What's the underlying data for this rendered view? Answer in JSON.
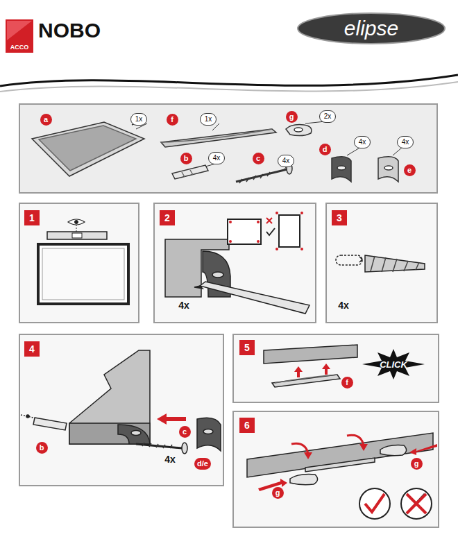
{
  "diagram": {
    "labels": [
      "ACCO",
      "NOBO",
      "elipse",
      "a",
      "1x",
      "f",
      "1x",
      "g",
      "2x",
      "b",
      "4x",
      "c",
      "4x",
      "d",
      "4x",
      "4x",
      "e",
      "1",
      "2",
      "4x",
      "3",
      "4x",
      "4",
      "b",
      "c",
      "4x",
      "d/e",
      "5",
      "f",
      "CLICK",
      "6",
      "g",
      "g"
    ]
  }
}
